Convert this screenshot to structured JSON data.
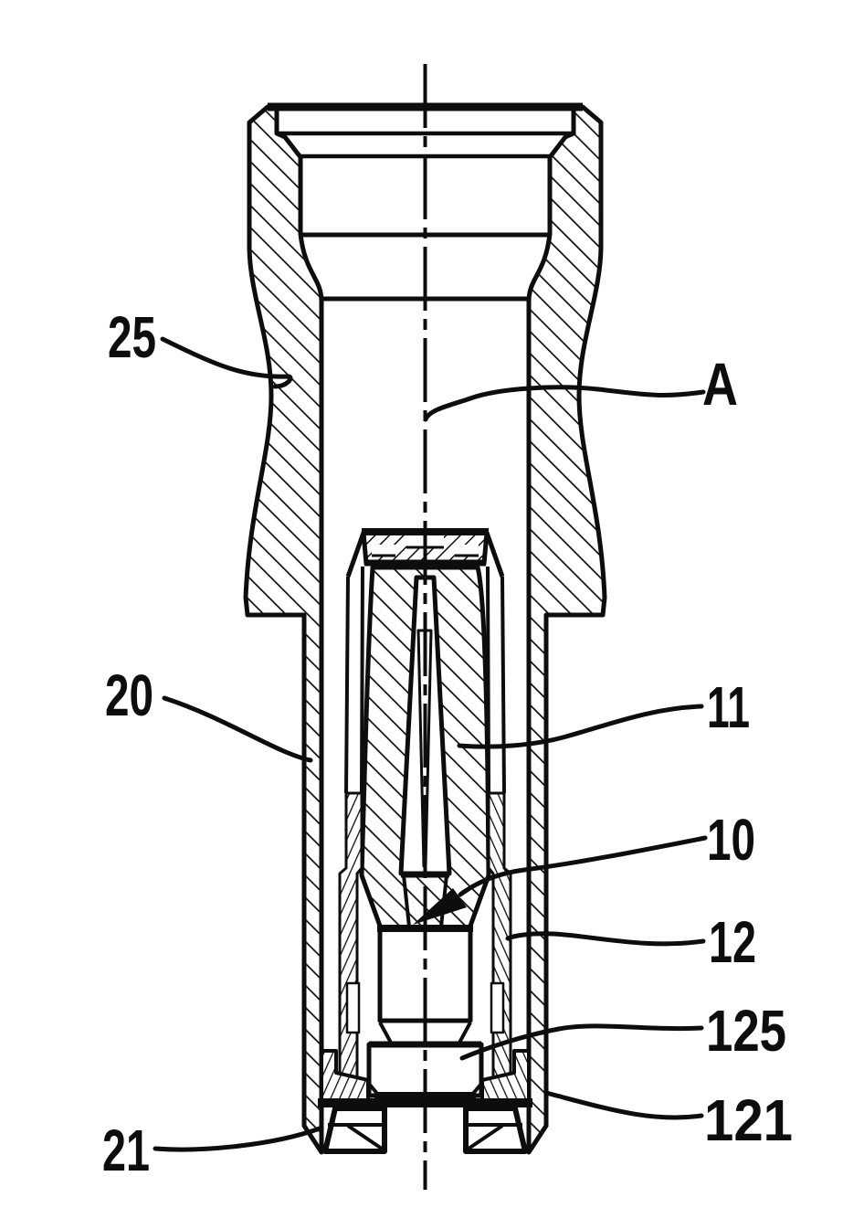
{
  "figure": {
    "ink": "#0d0d0d",
    "paper": "#ffffff",
    "labels": {
      "l25": "25",
      "lA": "A",
      "l20": "20",
      "l11": "11",
      "l10": "10",
      "l12": "12",
      "l125": "125",
      "l121": "121",
      "l21": "21"
    }
  }
}
